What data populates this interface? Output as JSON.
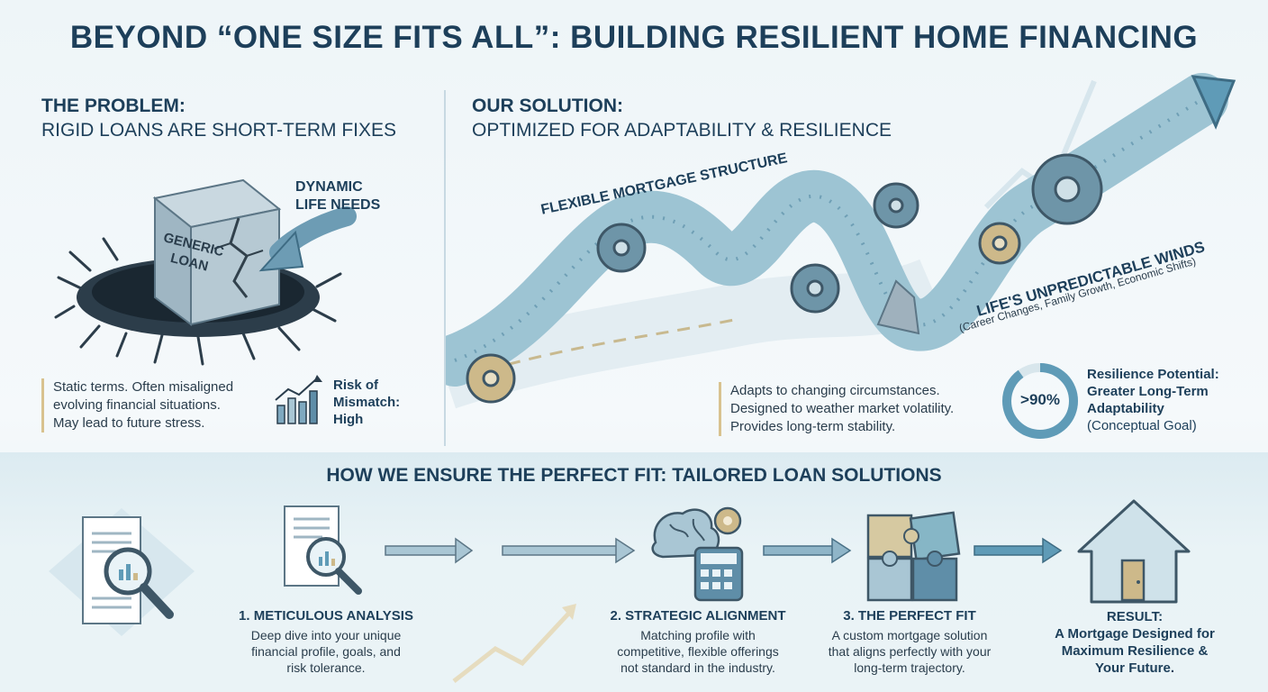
{
  "title": "BEYOND “ONE SIZE FITS ALL”: BUILDING RESILIENT HOME FINANCING",
  "problem": {
    "heading": "THE PROBLEM:",
    "subheading": "RIGID LOANS ARE SHORT-TERM FIXES",
    "cube_label_1": "GENERIC",
    "cube_label_2": "LOAN",
    "arrow_label_1": "DYNAMIC",
    "arrow_label_2": "LIFE NEEDS",
    "desc": [
      "Static terms. Often misaligned",
      "evolving financial situations.",
      "May lead to future stress."
    ],
    "risk_label_1": "Risk of",
    "risk_label_2": "Mismatch:",
    "risk_value": "High"
  },
  "solution": {
    "heading": "OUR SOLUTION:",
    "subheading": "OPTIMIZED FOR ADAPTABILITY & RESILIENCE",
    "road_label": "FLEXIBLE MORTGAGE STRUCTURE",
    "winds_label": "LIFE'S UNPREDICTABLE WINDS",
    "winds_sub": "(Career Changes, Family Growth, Economic Shifts)",
    "desc": [
      "Adapts to changing circumstances.",
      "Designed to weather market volatility.",
      "Provides long-term stability."
    ],
    "gauge_value": ">90%",
    "gauge_fraction": 0.9,
    "potential_1": "Resilience Potential:",
    "potential_2": "Greater Long-Term",
    "potential_3": "Adaptability",
    "potential_4": "(Conceptual Goal)"
  },
  "process": {
    "heading": "HOW WE ENSURE THE PERFECT FIT: TAILORED LOAN SOLUTIONS",
    "steps": [
      {
        "title": "1. METICULOUS ANALYSIS",
        "desc": [
          "Deep dive into your unique",
          "financial profile, goals, and",
          "risk tolerance."
        ]
      },
      {
        "title": "2. STRATEGIC ALIGNMENT",
        "desc": [
          "Matching profile with",
          "competitive, flexible offerings",
          "not standard in the industry."
        ]
      },
      {
        "title": "3. THE PERFECT FIT",
        "desc": [
          "A custom mortgage solution",
          "that aligns perfectly with your",
          "long-term trajectory."
        ]
      }
    ],
    "result_title": "RESULT:",
    "result_desc": [
      "A Mortgage Designed for",
      "Maximum Resilience &",
      "Your Future."
    ]
  },
  "colors": {
    "navy": "#1d3f5a",
    "teal": "#5f9bb7",
    "sand": "#d8c28f",
    "gear": "#6e95a8"
  },
  "icons": [
    "cracked-cube-icon",
    "growth-chart-icon",
    "gear-icon",
    "document-magnifier-icon",
    "brain-gear-icon",
    "calculator-icon",
    "puzzle-icon",
    "house-icon",
    "arrow-right-icon"
  ]
}
